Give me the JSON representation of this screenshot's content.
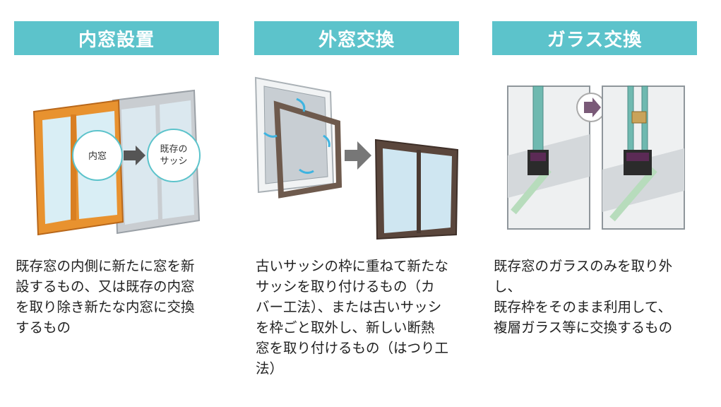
{
  "columns": [
    {
      "title": "内窓設置",
      "circle_left": "内窓",
      "circle_right": "既存の\nサッシ",
      "description": "既存窓の内側に新たに窓を新\n設するもの、又は既存の内窓\nを取り除き新たな内窓に交換\nするもの"
    },
    {
      "title": "外窓交換",
      "description": "古いサッシの枠に重ねて新たな\nサッシを取り付けるもの（カ\nバー工法）、または古いサッシ\nを枠ごと取外し、新しい断熱\n窓を取り付けるもの（はつり工\n法）"
    },
    {
      "title": "ガラス交換",
      "description": "既存窓のガラスのみを取り外し、\n既存枠をそのまま利用して、\n複層ガラス等に交換するもの"
    }
  ],
  "colors": {
    "header": "#5cc3cb",
    "wood": "#e8922f",
    "arrow": "#7a5a78"
  }
}
